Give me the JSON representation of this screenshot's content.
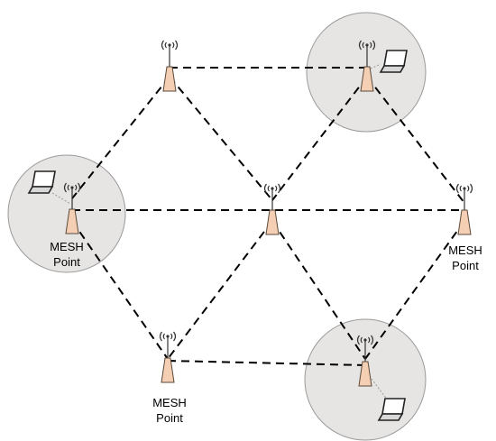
{
  "labels": {
    "left": [
      "MESH",
      "Point"
    ],
    "right": [
      "MESH",
      "Point"
    ],
    "bottom": [
      "MESH",
      "Point"
    ]
  },
  "colors": {
    "coverage_fill": "#e7e4e4",
    "coverage_stroke": "#9a9a9a",
    "mesh_link": "#000000",
    "client_link": "#9a9a9a",
    "antenna_body": "#f4cfb4",
    "antenna_stroke": "#5a4a3a",
    "laptop_screen": "#ffffff",
    "laptop_base": "#d8d8d8"
  },
  "icons": {
    "node": "mesh-point-antenna-icon",
    "client": "laptop-icon",
    "signal": "wifi-signal-icon"
  }
}
